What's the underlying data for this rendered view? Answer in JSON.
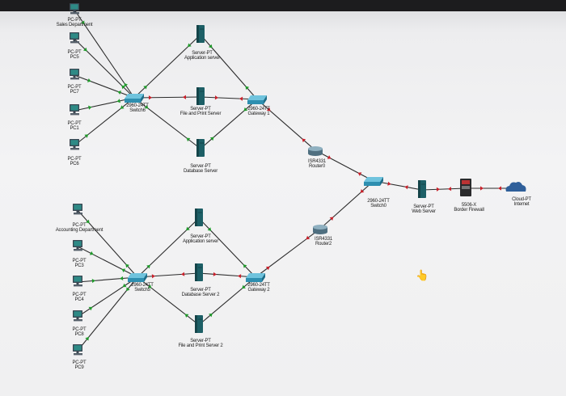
{
  "nodes": {
    "pc_sales": {
      "type": "PC-PT",
      "name": "Sales Department"
    },
    "pc5": {
      "type": "PC-PT",
      "name": "PC5"
    },
    "pc7": {
      "type": "PC-PT",
      "name": "PC7"
    },
    "pc1": {
      "type": "PC-PT",
      "name": "PC1"
    },
    "pc6": {
      "type": "PC-PT",
      "name": "PC6"
    },
    "switch6": {
      "type": "2960-24TT",
      "name": "Switch6"
    },
    "app_server": {
      "type": "Server-PT",
      "name": "Application server"
    },
    "file_server": {
      "type": "Server-PT",
      "name": "File and Print Server"
    },
    "db_server": {
      "type": "Server-PT",
      "name": "Database Server"
    },
    "gateway1": {
      "type": "2960-24TT",
      "name": "Gateway 1"
    },
    "router0": {
      "type": "ISR4331",
      "name": "Router0"
    },
    "switch0": {
      "type": "2960-24TT",
      "name": "Switch0"
    },
    "web_server": {
      "type": "Server-PT",
      "name": "Web Server"
    },
    "firewall": {
      "type": "5506-X",
      "name": "Border Firewall"
    },
    "internet": {
      "type": "Cloud-PT",
      "name": "Internet"
    },
    "router2": {
      "type": "ISR4331",
      "name": "Router2"
    },
    "pc_accounting": {
      "type": "PC-PT",
      "name": "Accounting Department"
    },
    "pc3": {
      "type": "PC-PT",
      "name": "PC3"
    },
    "pc4": {
      "type": "PC-PT",
      "name": "PC4"
    },
    "pc8": {
      "type": "PC-PT",
      "name": "PC8"
    },
    "pc9": {
      "type": "PC-PT",
      "name": "PC9"
    },
    "switch5": {
      "type": "2960-24TT",
      "name": "Switch5"
    },
    "app_server2": {
      "type": "Server-PT",
      "name": "Application server"
    },
    "db_server2": {
      "type": "Server-PT",
      "name": "Database Server 2"
    },
    "file_server2": {
      "type": "Server-PT",
      "name": "File and Print Server 2"
    },
    "gateway2": {
      "type": "2960-24TT",
      "name": "Gateway 2"
    }
  },
  "colors": {
    "link": "#2b2b2b",
    "link_up": "#1f9a2a",
    "link_down": "#c8202a",
    "pc_body": "#3b4652",
    "pc_screen": "#2e8a86",
    "server_body": "#1d5f66",
    "switch_body": "#2e8fb0",
    "router_body": "#4f6f80"
  }
}
